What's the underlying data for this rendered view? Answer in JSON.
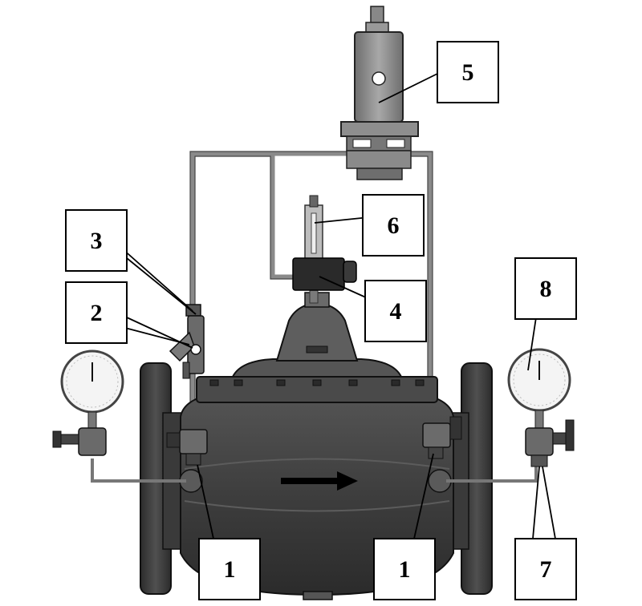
{
  "labels": {
    "c1a": "1",
    "c1b": "1",
    "c2": "2",
    "c3": "3",
    "c4": "4",
    "c5": "5",
    "c6": "6",
    "c7": "7",
    "c8": "8"
  },
  "colors": {
    "body": "#4a4a4a",
    "body_dark": "#2e2e2e",
    "metal_light": "#9a9a9a",
    "pipe": "#b0b0b0",
    "callout_box": "#ffffff",
    "outline": "#000000"
  },
  "icons": {
    "flow_arrow": "arrow-right-icon",
    "gauge": "pressure-gauge-icon"
  }
}
